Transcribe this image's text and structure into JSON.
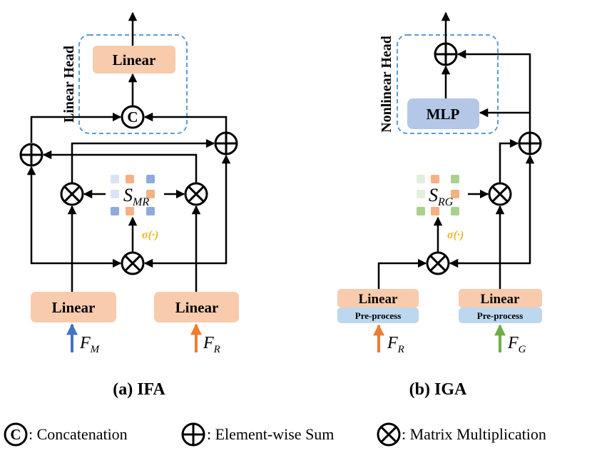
{
  "panel_a": {
    "caption": "(a) IFA",
    "head_label": "Linear Head",
    "head_linear": "Linear",
    "concat_symbol": "C",
    "linear_left": "Linear",
    "linear_right": "Linear",
    "input_left": "F",
    "input_left_sub": "M",
    "input_right": "F",
    "input_right_sub": "R",
    "score": "S",
    "score_sub": "MR",
    "sigmoid": "σ(·)"
  },
  "panel_b": {
    "caption": "(b) IGA",
    "head_label": "Nonlinear Head",
    "head_mlp": "MLP",
    "linear_left": "Linear",
    "preprocess_left": "Pre-process",
    "linear_right": "Linear",
    "preprocess_right": "Pre-process",
    "input_left": "F",
    "input_left_sub": "R",
    "input_right": "F",
    "input_right_sub": "G",
    "score": "S",
    "score_sub": "RG",
    "sigmoid": "σ(·)"
  },
  "legend": {
    "concat_symbol": "C",
    "concat": ": Concatenation",
    "sum": ": Element-wise Sum",
    "matmul": ": Matrix Multiplication"
  },
  "colors": {
    "linear_fill": "#f8cbad",
    "mlp_fill": "#b4c7e7",
    "preprocess_fill": "#bdd7ee",
    "head_border": "#5b9bd5",
    "arrow_blue": "#4472c4",
    "arrow_orange": "#ed7d31",
    "arrow_green": "#70ad47",
    "sigma": "#f2b21a"
  }
}
